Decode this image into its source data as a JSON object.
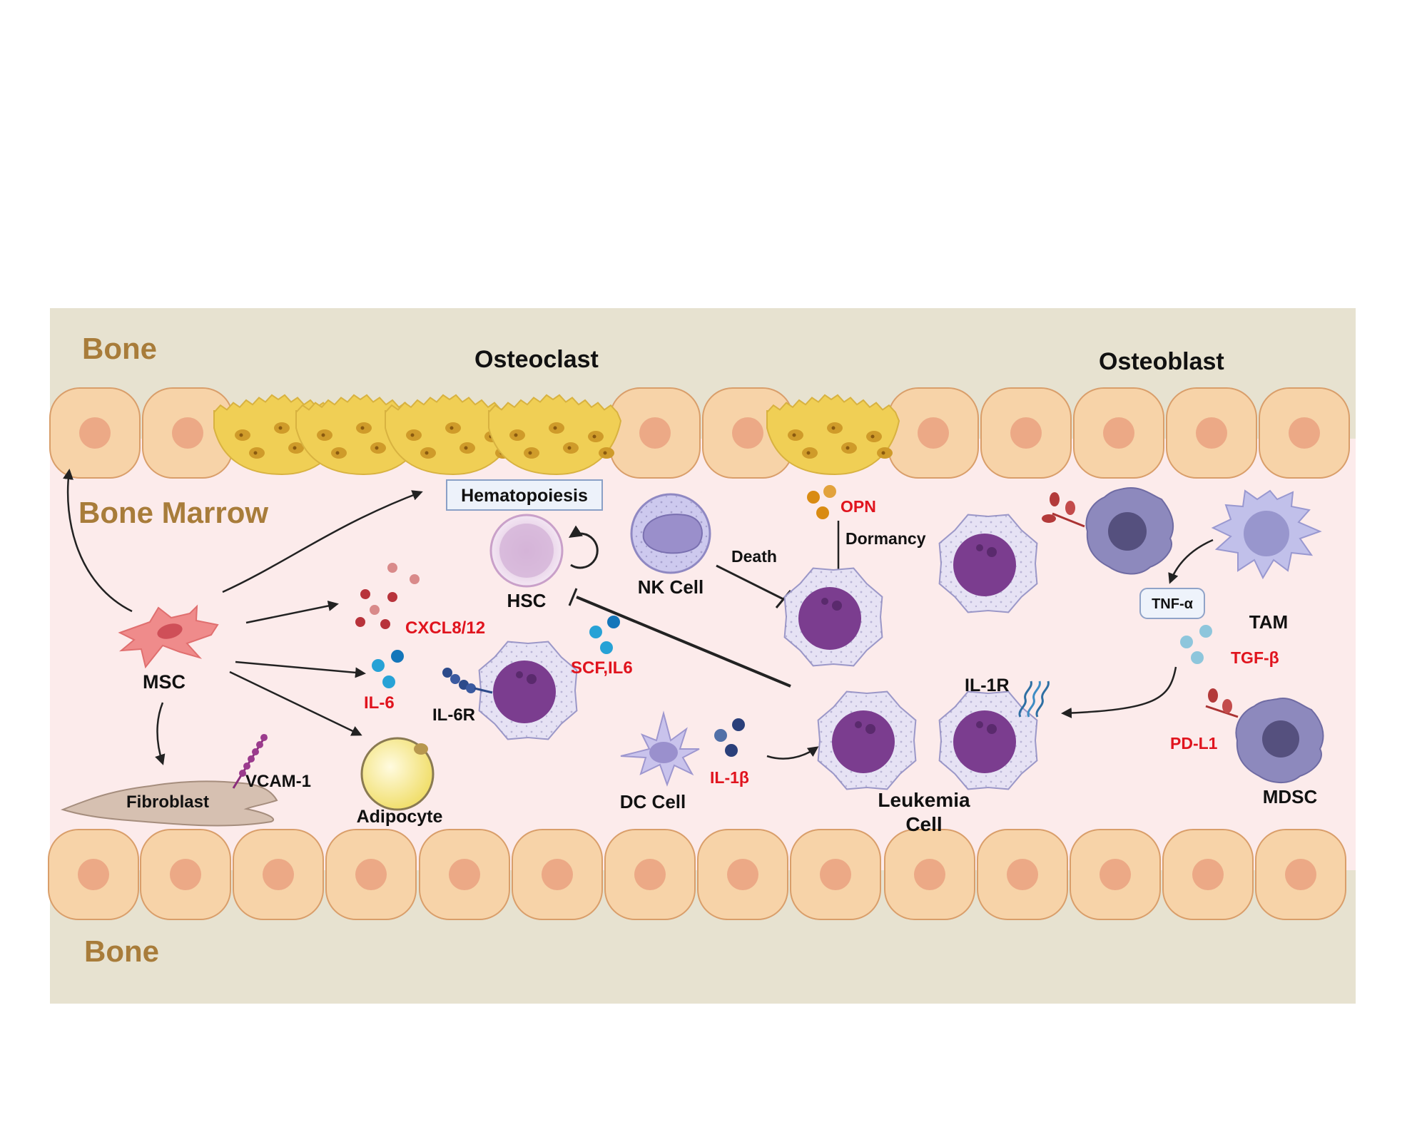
{
  "labels": {
    "bone_top": "Bone",
    "bone_bottom": "Bone",
    "bone_marrow": "Bone Marrow",
    "osteoclast": "Osteoclast",
    "osteoblast": "Osteoblast",
    "hematopoiesis": "Hematopoiesis",
    "hsc": "HSC",
    "nk_cell": "NK Cell",
    "death": "Death",
    "opn": "OPN",
    "dormancy": "Dormancy",
    "msc": "MSC",
    "cxcl": "CXCL8/12",
    "il6": "IL-6",
    "il6r": "IL-6R",
    "scf_il6": "SCF,IL6",
    "fibroblast": "Fibroblast",
    "vcam": "VCAM-1",
    "adipocyte": "Adipocyte",
    "dc_cell": "DC Cell",
    "il1b": "IL-1β",
    "leukemia_1": "Leukemia",
    "leukemia_2": "Cell",
    "il1r": "IL-1R",
    "tnf": "TNF-α",
    "tam": "TAM",
    "tgf": "TGF-β",
    "pdl1": "PD-L1",
    "mdsc": "MDSC"
  },
  "colors": {
    "bone": "#e7e2d0",
    "marrow": "#fcebeb",
    "bone_label": "#a87c3a",
    "cytokine_label": "#e0141e",
    "cell_fill": "#f7d3a8",
    "cell_stroke": "#d99e6a",
    "nucleus": "#eca986",
    "osteoclast": "#f0cf55",
    "leukemia_nucleus": "#7b3d8f"
  }
}
